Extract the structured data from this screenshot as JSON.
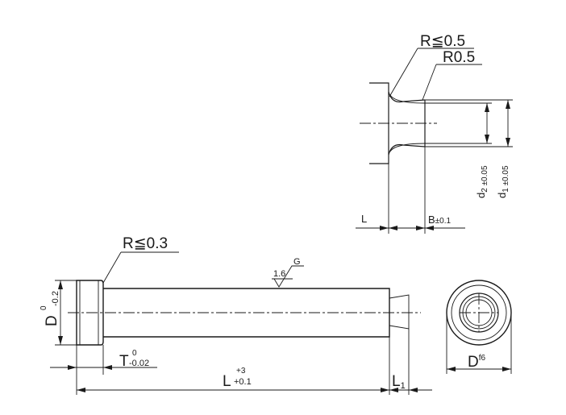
{
  "detail": {
    "radius_max": "R≦0.5",
    "radius": "R0.5",
    "dim_L": "L",
    "dim_B": "B",
    "dim_B_tol": "±0.1",
    "dim_d2": "d",
    "dim_d2_sub": "2 ±0.05",
    "dim_d1": "d",
    "dim_d1_sub": "1 ±0.05"
  },
  "main": {
    "radius_max": "R≦0.3",
    "roughness_value": "1.6",
    "roughness_process": "G",
    "dim_D": "D",
    "dim_D_tol_upper": "0",
    "dim_D_tol_lower": "-0.2",
    "dim_T": "T",
    "dim_T_tol_upper": "0",
    "dim_T_tol_lower": "-0.02",
    "dim_L": "L",
    "dim_L_tol_upper": "+3",
    "dim_L_tol_lower": "+0.1",
    "dim_L1": "L",
    "dim_L1_sub": "1"
  },
  "end_view": {
    "dim_D": "D",
    "dim_D_fit": "f6"
  }
}
